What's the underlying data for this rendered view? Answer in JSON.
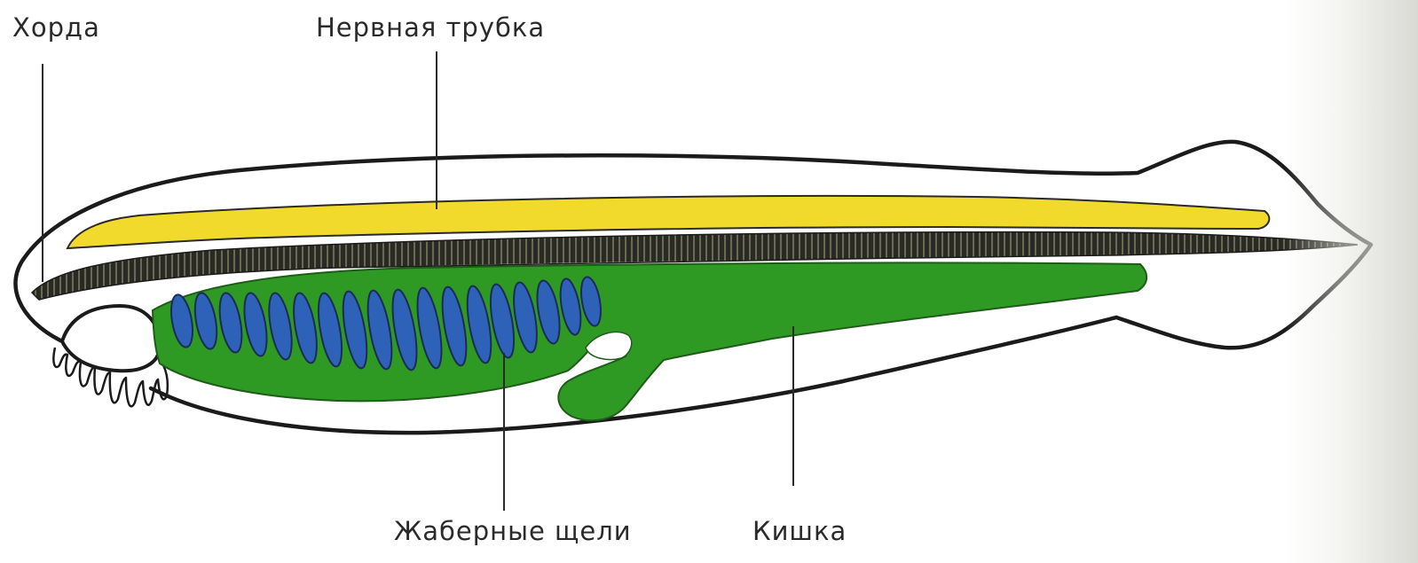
{
  "labels": {
    "chord": "Хорда",
    "neural_tube": "Нервная трубка",
    "gill_slits": "Жаберные щели",
    "gut": "Кишка"
  },
  "colors": {
    "outline": "#1b1b1b",
    "neural_tube": "#f2da2c",
    "notochord": "#2a2a24",
    "gut": "#2e9a24",
    "gill_slit": "#2d62b8",
    "label_text": "#2a2a2a"
  }
}
